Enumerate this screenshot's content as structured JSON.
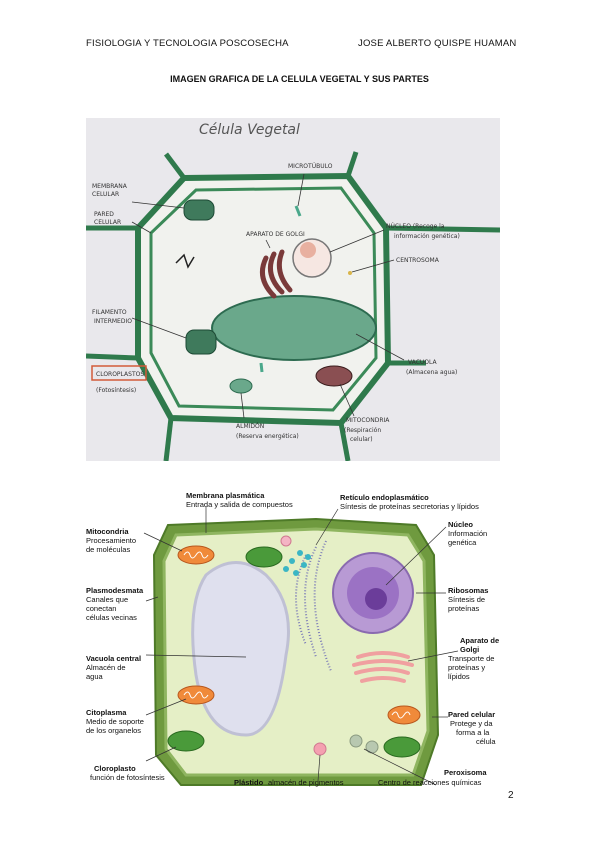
{
  "header": {
    "left": "FISIOLOGIA Y TECNOLOGIA POSCOSECHA",
    "right": "JOSE ALBERTO QUISPE HUAMAN"
  },
  "title": "IMAGEN GRAFICA DE LA CELULA VEGETAL Y SUS PARTES",
  "page_number": "2",
  "photo": {
    "title": "Célula Vegetal",
    "labels": {
      "membrana1": "MEMBRANA",
      "membrana2": "CELULAR",
      "pared1": "PARED",
      "pared2": "CELULAR",
      "microtubulo": "MICROTÚBULO",
      "golgi": "APARATO DE GOLGI",
      "nucleo1": "NÚCLEO (Recoge la",
      "nucleo2": "información genética)",
      "centrosoma": "CENTROSOMA",
      "filamento1": "FILAMENTO",
      "filamento2": "INTERMEDIO",
      "cloroplastos": "CLOROPLASTOS",
      "fotosintesis": "(Fotosíntesis)",
      "vacuola1": "VACUOLA",
      "vacuola2": "(Almacena agua)",
      "almidon1": "ALMIDÓN",
      "almidon2": "(Reserva energética)",
      "mitocondria1": "MITOCONDRIA",
      "mitocondria2": "(Respiración",
      "mitocondria3": "celular)"
    }
  },
  "diagram": {
    "membrana_title": "Membrana plasmática",
    "membrana_desc": "Entrada y salida de compuestos",
    "reticulo_title": "Retículo endoplasmático",
    "reticulo_desc": "Síntesis de proteínas secretorias y lípidos",
    "nucleo_title": "Núcleo",
    "nucleo_desc1": "Información",
    "nucleo_desc2": "genética",
    "ribosomas_title": "Ribosomas",
    "ribosomas_desc1": "Síntesis de",
    "ribosomas_desc2": "proteínas",
    "golgi_title1": "Aparato de",
    "golgi_title2": "Golgi",
    "golgi_desc1": "Transporte de",
    "golgi_desc2": "proteínas y",
    "golgi_desc3": "lípidos",
    "pared_title": "Pared celular",
    "pared_desc1": "Protege y da",
    "pared_desc2": "forma a la",
    "pared_desc3": "célula",
    "peroxisoma_title": "Peroxisoma",
    "peroxisoma_desc": "Centro de reacciones químicas",
    "plastido_title": "Plástido",
    "plastido_desc": "almacén de pigmentos",
    "cloroplasto_title": "Cloroplasto",
    "cloroplasto_desc": "función de fotosíntesis",
    "citoplasma_title": "Citoplasma",
    "citoplasma_desc1": "Medio de soporte",
    "citoplasma_desc2": "de los organelos",
    "vacuola_title": "Vacuola central",
    "vacuola_desc1": "Almacén de",
    "vacuola_desc2": "agua",
    "plasmodesmata_title": "Plasmodesmata",
    "plasmodesmata_desc1": "Canales que",
    "plasmodesmata_desc2": "conectan",
    "plasmodesmata_desc3": "células vecinas",
    "mitocondria_title": "Mitocondria",
    "mitocondria_desc1": "Procesamiento",
    "mitocondria_desc2": "de moléculas"
  }
}
